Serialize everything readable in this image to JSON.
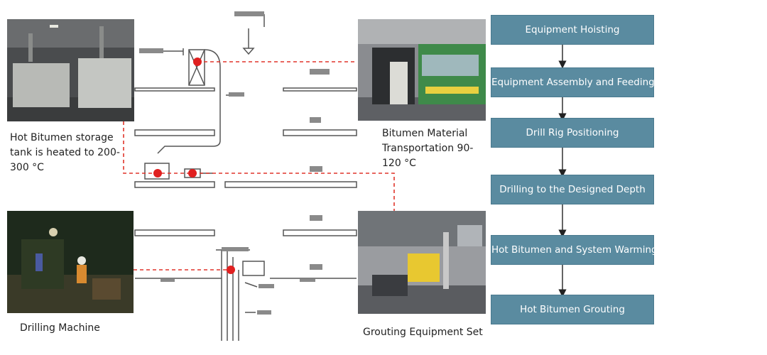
{
  "captions": {
    "storage_tank": "Hot Bitumen storage tank is heated to 200-300 °C",
    "transportation": "Bitumen Material Transportation 90-120 °C",
    "drilling_machine": "Drilling Machine",
    "grouting_set": "Grouting Equipment Set"
  },
  "flow_steps": [
    "Equipment Hoisting",
    "Equipment Assembly and Feeding",
    "Drill Rig Positioning",
    "Drilling to the Designed Depth",
    "Hot Bitumen and System Warming",
    "Hot Bitumen Grouting"
  ],
  "colors": {
    "step_fill": "#5a8ba0",
    "marker": "#e02020",
    "dashed_line": "#e0352b"
  }
}
